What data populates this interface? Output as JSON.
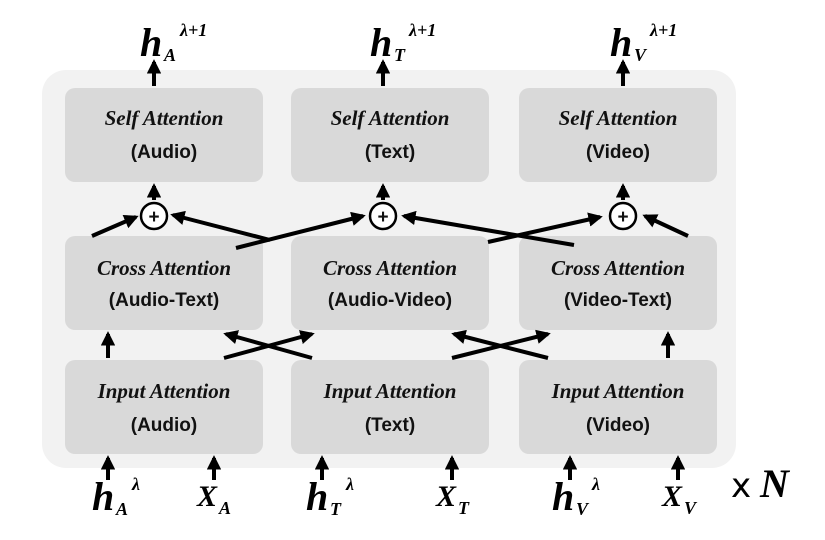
{
  "colors": {
    "container": "#f2f2f2",
    "block": "#d9d9d9",
    "arrow": "#000000",
    "text": "#111111"
  },
  "self_attention": [
    {
      "title": "Self Attention",
      "sub": "(Audio)"
    },
    {
      "title": "Self Attention",
      "sub": "(Text)"
    },
    {
      "title": "Self Attention",
      "sub": "(Video)"
    }
  ],
  "cross_attention": [
    {
      "title": "Cross Attention",
      "sub": "(Audio-Text)"
    },
    {
      "title": "Cross Attention",
      "sub": "(Audio-Video)"
    },
    {
      "title": "Cross Attention",
      "sub": "(Video-Text)"
    }
  ],
  "input_attention": [
    {
      "title": "Input Attention",
      "sub": "(Audio)"
    },
    {
      "title": "Input Attention",
      "sub": "(Text)"
    },
    {
      "title": "Input Attention",
      "sub": "(Video)"
    }
  ],
  "sum_symbol": "+",
  "outputs": [
    {
      "base": "h",
      "sub": "A",
      "sup": "λ+1"
    },
    {
      "base": "h",
      "sub": "T",
      "sup": "λ+1"
    },
    {
      "base": "h",
      "sub": "V",
      "sup": "λ+1"
    }
  ],
  "inputs": [
    {
      "base": "h",
      "sub": "A",
      "sup": "λ"
    },
    {
      "base": "X",
      "sub": "A",
      "sup": ""
    },
    {
      "base": "h",
      "sub": "T",
      "sup": "λ"
    },
    {
      "base": "X",
      "sub": "T",
      "sup": ""
    },
    {
      "base": "h",
      "sub": "V",
      "sup": "λ"
    },
    {
      "base": "X",
      "sub": "V",
      "sup": ""
    }
  ],
  "repeat": {
    "times": "x",
    "n": "N"
  }
}
